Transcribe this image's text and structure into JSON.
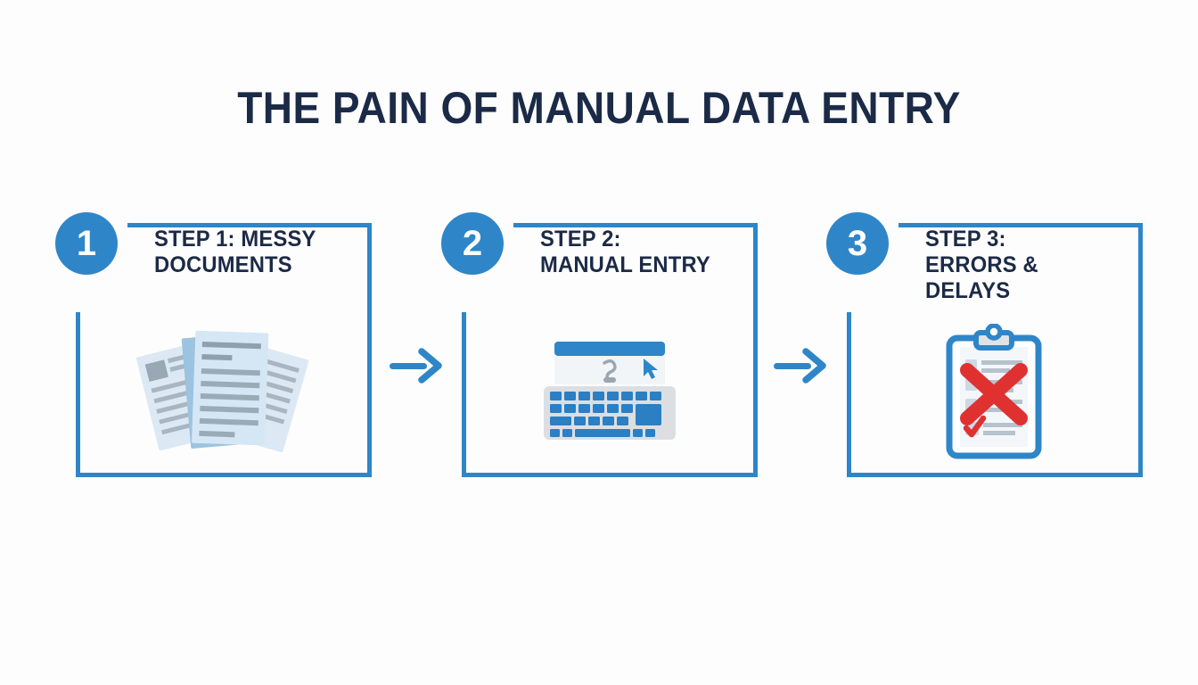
{
  "page": {
    "title": "THE PAIN OF MANUAL DATA ENTRY",
    "background_color": "#fdfdfe",
    "accent_blue": "#2e86c8",
    "navy_text": "#1b2a46",
    "error_red": "#e03131"
  },
  "steps": [
    {
      "number": "1",
      "label_line1": "STEP 1: MESSY",
      "label_line2": "DOCUMENTS",
      "icon": "stacked-documents-icon"
    },
    {
      "number": "2",
      "label_line1": "STEP 2:",
      "label_line2": "MANUAL ENTRY",
      "icon": "keyboard-icon"
    },
    {
      "number": "3",
      "label_line1": "STEP 3:",
      "label_line2": "ERRORS & DELAYS",
      "icon": "clipboard-error-icon"
    }
  ],
  "connectors": [
    {
      "name": "arrow-right-icon"
    },
    {
      "name": "arrow-right-icon"
    }
  ]
}
